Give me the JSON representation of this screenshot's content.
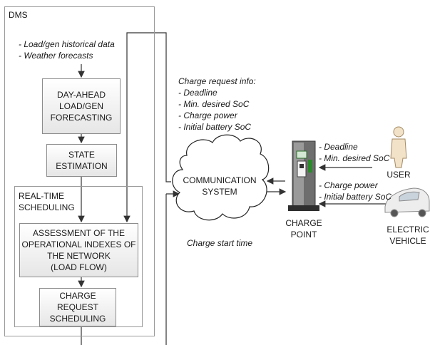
{
  "dms": {
    "title": "DMS",
    "inputs": [
      "- Load/gen historical data",
      "- Weather forecasts"
    ],
    "forecasting": "DAY-AHEAD\nLOAD/GEN\nFORECASTING",
    "state_estimation": "STATE\nESTIMATION",
    "realtime": {
      "title": "REAL-TIME\nSCHEDULING",
      "assessment": "ASSESSMENT OF THE\nOPERATIONAL INDEXES OF\nTHE NETWORK\n(LOAD FLOW)",
      "charge_request": "CHARGE\nREQUEST\nSCHEDULING"
    }
  },
  "communication": {
    "label": "COMMUNICATION\nSYSTEM",
    "info_title": "Charge request info:",
    "info_items": [
      "- Deadline",
      "- Min. desired SoC",
      "- Charge power",
      "- Initial battery SoC"
    ],
    "start_time": "Charge start time"
  },
  "charge_point": {
    "label": "CHARGE\nPOINT",
    "user_inputs": [
      "- Deadline",
      "- Min. desired SoC"
    ],
    "ev_inputs": [
      "- Charge power",
      "- Initial battery SoC"
    ]
  },
  "user": {
    "label": "USER"
  },
  "vehicle": {
    "label": "ELECTRIC\nVEHICLE"
  }
}
